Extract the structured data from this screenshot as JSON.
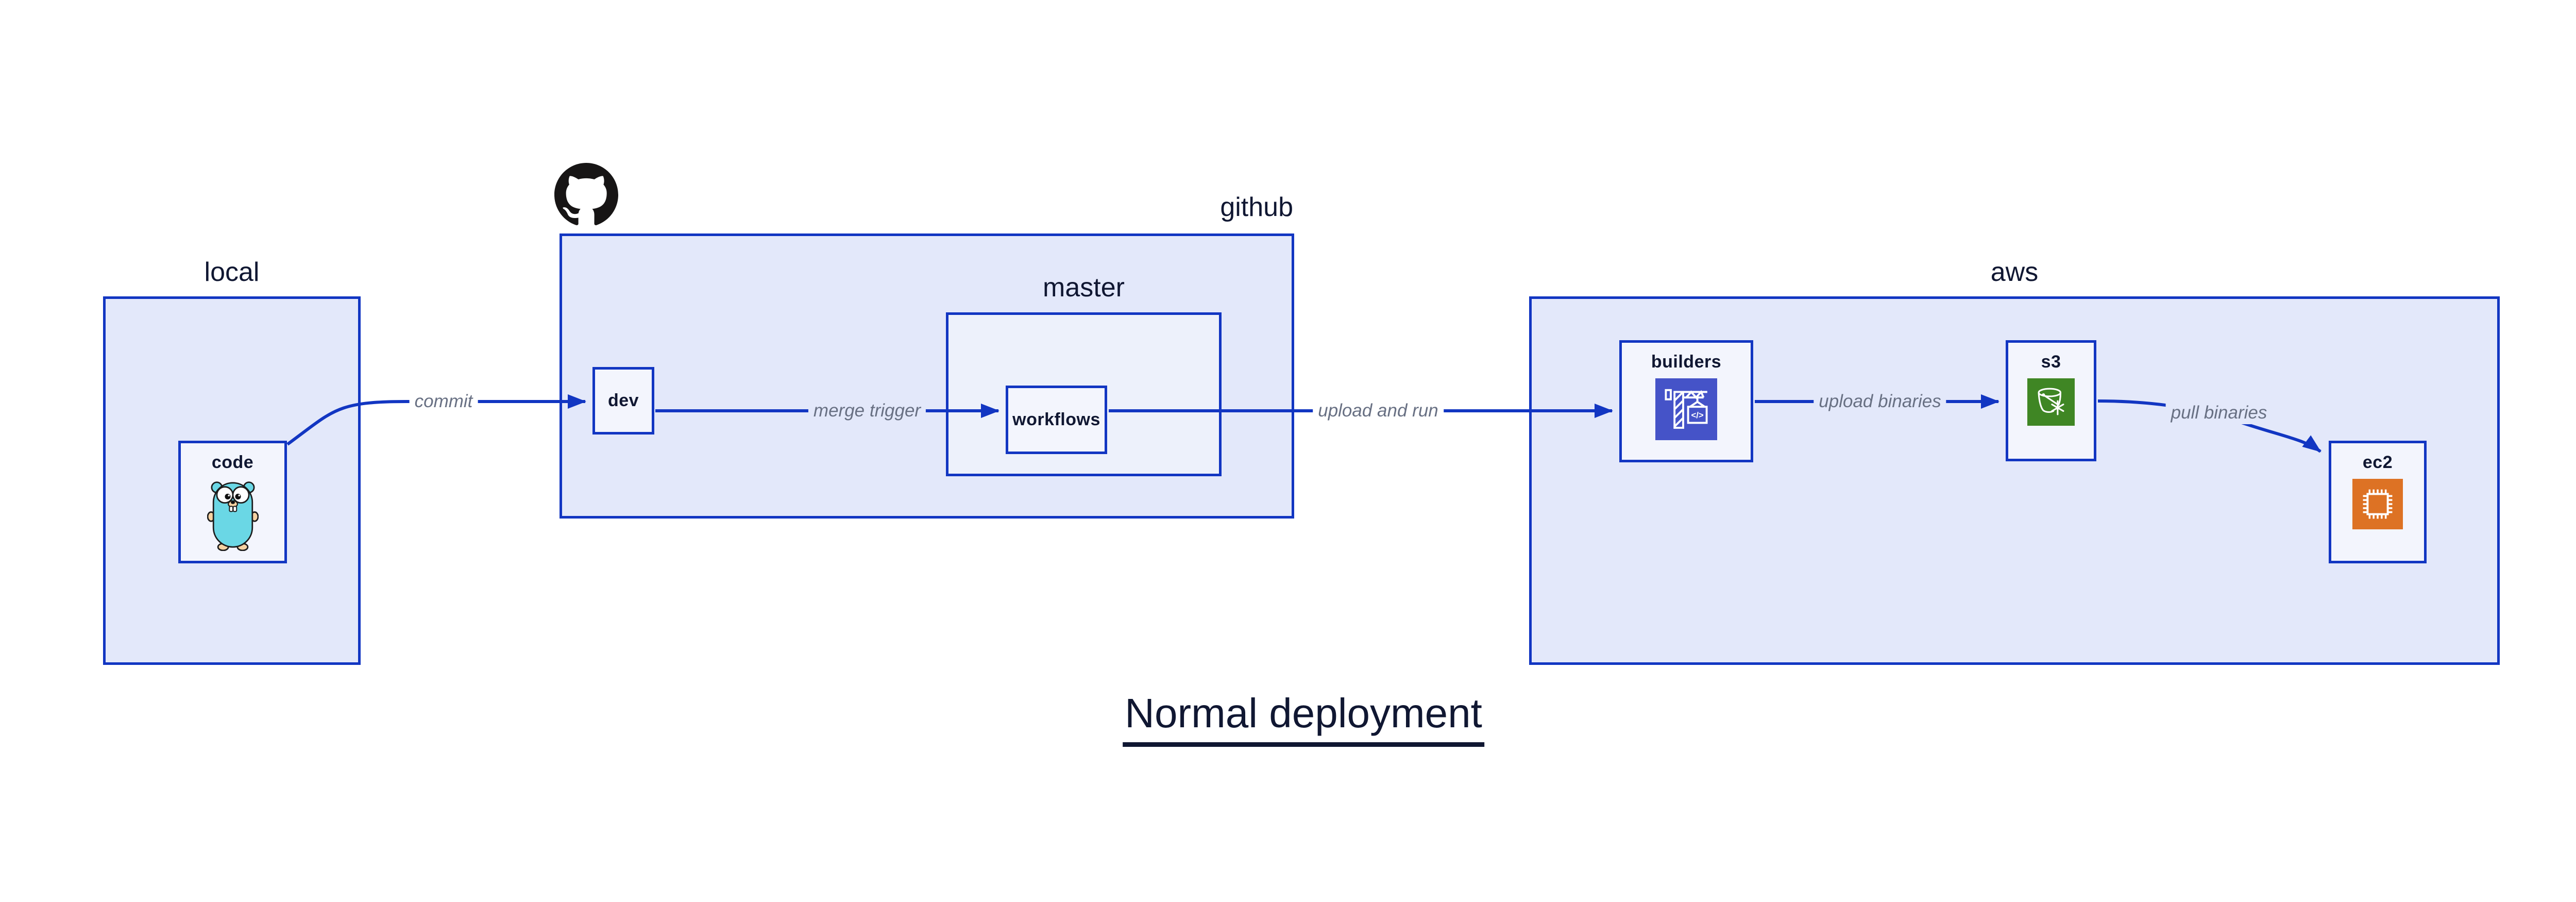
{
  "title": "Normal deployment",
  "containers": {
    "local": {
      "label": "local"
    },
    "github": {
      "label": "github"
    },
    "master": {
      "label": "master"
    },
    "aws": {
      "label": "aws"
    }
  },
  "nodes": {
    "code": {
      "label": "code",
      "icon": "go-gopher-icon"
    },
    "dev": {
      "label": "dev",
      "icon": ""
    },
    "workflows": {
      "label": "workflows",
      "icon": ""
    },
    "builders": {
      "label": "builders",
      "icon": "codebuild-crane-icon"
    },
    "s3": {
      "label": "s3",
      "icon": "glacier-bucket-snowflake-icon"
    },
    "ec2": {
      "label": "ec2",
      "icon": "cpu-chip-icon"
    }
  },
  "edges": [
    {
      "from": "code",
      "to": "dev",
      "label": "commit"
    },
    {
      "from": "dev",
      "to": "workflows",
      "label": "merge trigger"
    },
    {
      "from": "workflows",
      "to": "builders",
      "label": "upload and run"
    },
    {
      "from": "builders",
      "to": "s3",
      "label": "upload binaries"
    },
    {
      "from": "s3",
      "to": "ec2",
      "label": "pull binaries"
    }
  ],
  "logos": {
    "github": "github-logo-icon"
  },
  "colors": {
    "accent_blue": "#1236c2",
    "container_fill": "#e3e8fa",
    "master_fill": "#edf1fb",
    "node_fill": "#f3f5fd",
    "label_navy": "#101732",
    "edge_label_gray": "#687083",
    "gopher_teal": "#6ad7e5",
    "codebuild_indigo": "#4553c8",
    "s3_glacier_green": "#3f8624",
    "ec2_orange": "#dd7224",
    "github_black": "#171515"
  }
}
